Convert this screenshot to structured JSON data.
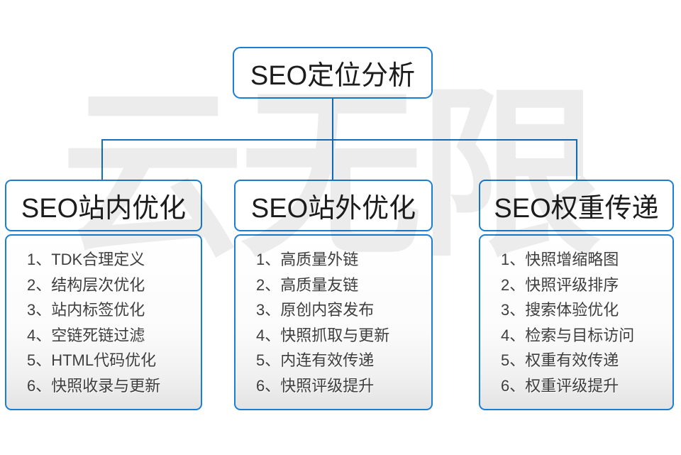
{
  "palette": {
    "box_border_blue": "#1b7ed3",
    "connector_blue": "#1270c2",
    "heading_text": "#1c1c1c",
    "list_text": "#3d3d3d",
    "panel_fade_gray": "#e3e3e3",
    "watermark_gray": "#ececec"
  },
  "watermark": {
    "text": "云无限"
  },
  "root_node": {
    "label": "SEO定位分析"
  },
  "branches": [
    {
      "title": "SEO站内优化",
      "items": [
        "1、TDK合理定义",
        "2、结构层次优化",
        "3、站内标签优化",
        "4、空链死链过滤",
        "5、HTML代码优化",
        "6、快照收录与更新"
      ]
    },
    {
      "title": "SEO站外优化",
      "items": [
        "1、高质量外链",
        "2、高质量友链",
        "3、原创内容发布",
        "4、快照抓取与更新",
        "5、内连有效传递",
        "6、快照评级提升"
      ]
    },
    {
      "title": "SEO权重传递",
      "items": [
        "1、快照增缩略图",
        "2、快照评级排序",
        "3、搜索体验优化",
        "4、检索与目标访问",
        "5、权重有效传递",
        "6、权重评级提升"
      ]
    }
  ]
}
